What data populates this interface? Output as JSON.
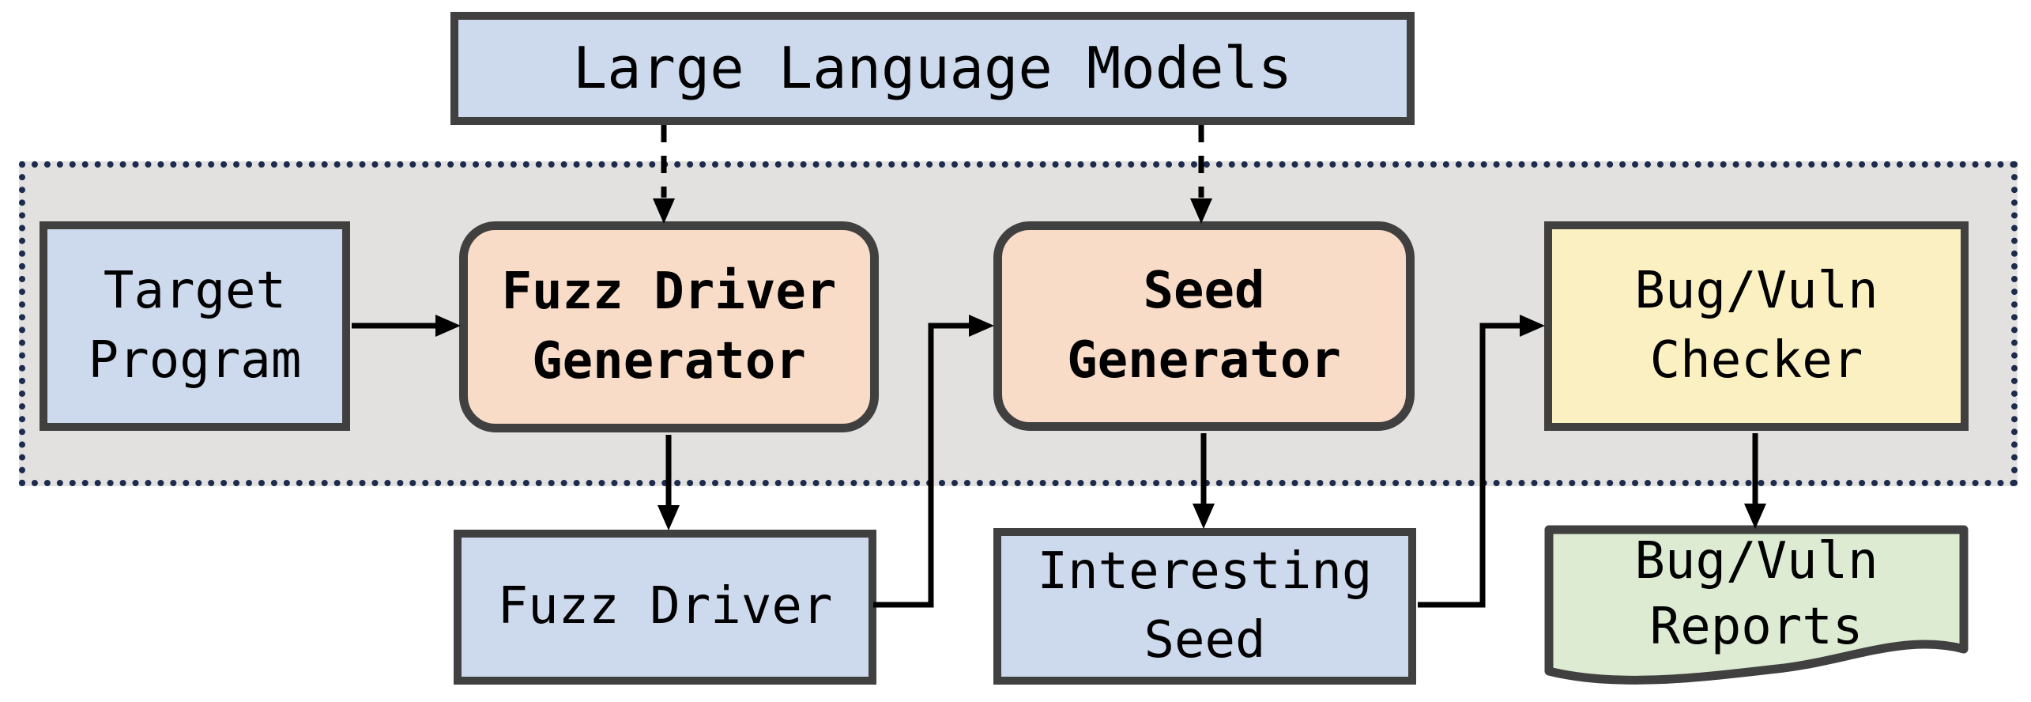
{
  "nodes": {
    "llm": {
      "label": "Large Language Models",
      "fill": "#cdd9ec"
    },
    "target_program": {
      "label": "Target\nProgram",
      "fill": "#cdd9ec"
    },
    "fuzz_driver_generator": {
      "label": "Fuzz Driver\nGenerator",
      "fill": "#f9dcc7",
      "bold": true
    },
    "seed_generator": {
      "label": "Seed\nGenerator",
      "fill": "#f9dcc7",
      "bold": true
    },
    "bug_vuln_checker": {
      "label": "Bug/Vuln\nChecker",
      "fill": "#fbf0c2"
    },
    "fuzz_driver": {
      "label": "Fuzz Driver",
      "fill": "#cdd9ec"
    },
    "interesting_seed": {
      "label": "Interesting\nSeed",
      "fill": "#cdd9ec"
    },
    "bug_vuln_reports": {
      "label": "Bug/Vuln\nReports",
      "fill": "#dcebd2",
      "shape": "document"
    }
  },
  "edges": [
    {
      "from": "llm",
      "to": "fuzz_driver_generator",
      "style": "dashed"
    },
    {
      "from": "llm",
      "to": "seed_generator",
      "style": "dashed"
    },
    {
      "from": "target_program",
      "to": "fuzz_driver_generator",
      "style": "solid"
    },
    {
      "from": "fuzz_driver_generator",
      "to": "fuzz_driver",
      "style": "solid"
    },
    {
      "from": "fuzz_driver",
      "to": "seed_generator",
      "style": "solid-elbow"
    },
    {
      "from": "seed_generator",
      "to": "interesting_seed",
      "style": "solid"
    },
    {
      "from": "interesting_seed",
      "to": "bug_vuln_checker",
      "style": "solid-elbow"
    },
    {
      "from": "bug_vuln_checker",
      "to": "bug_vuln_reports",
      "style": "solid"
    }
  ],
  "colors": {
    "node_blue": "#cdd9ec",
    "node_peach": "#f9dcc7",
    "node_yellow": "#fbf0c2",
    "node_green": "#dcebd2",
    "container_fill": "#e2e1e0",
    "box_border": "#404040",
    "container_border": "#1d2b4e",
    "arrow": "#000000"
  }
}
